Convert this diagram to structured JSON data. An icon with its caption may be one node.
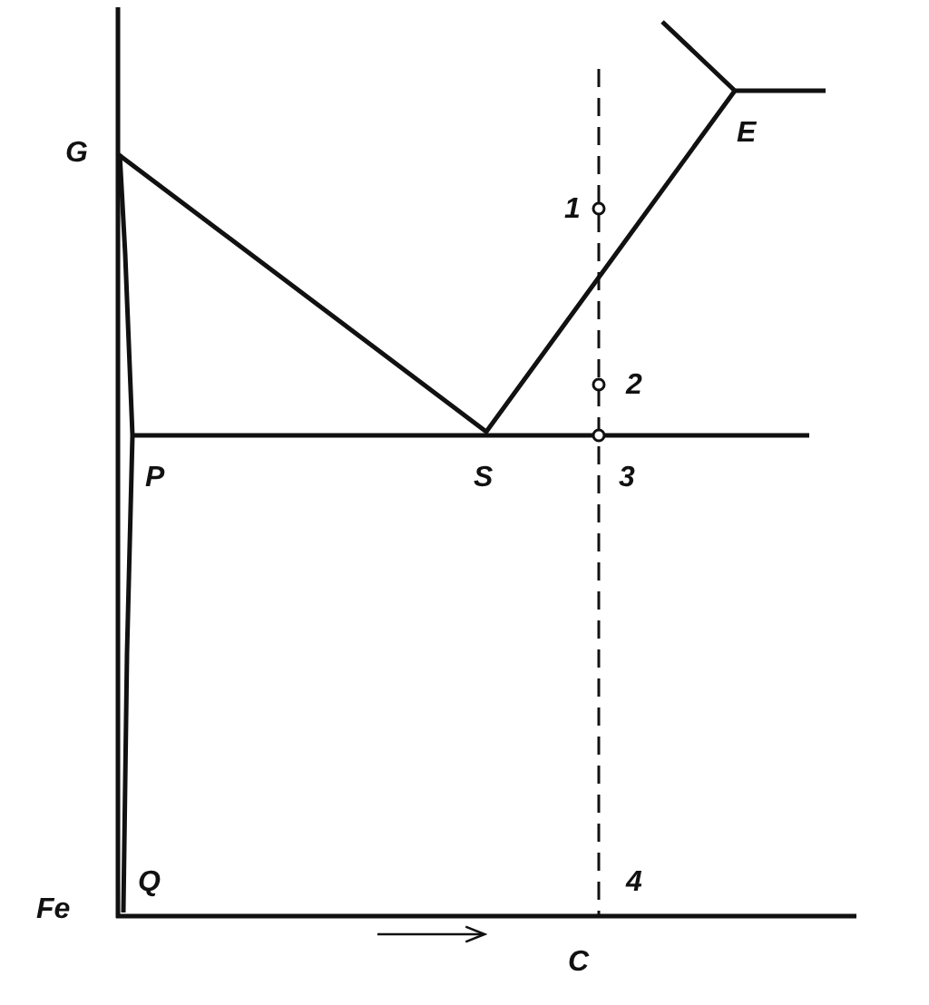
{
  "diagram": {
    "labels": [
      "G",
      "E",
      "1",
      "2",
      "P",
      "S",
      "3",
      "Fe",
      "Q",
      "4",
      "C"
    ]
  }
}
